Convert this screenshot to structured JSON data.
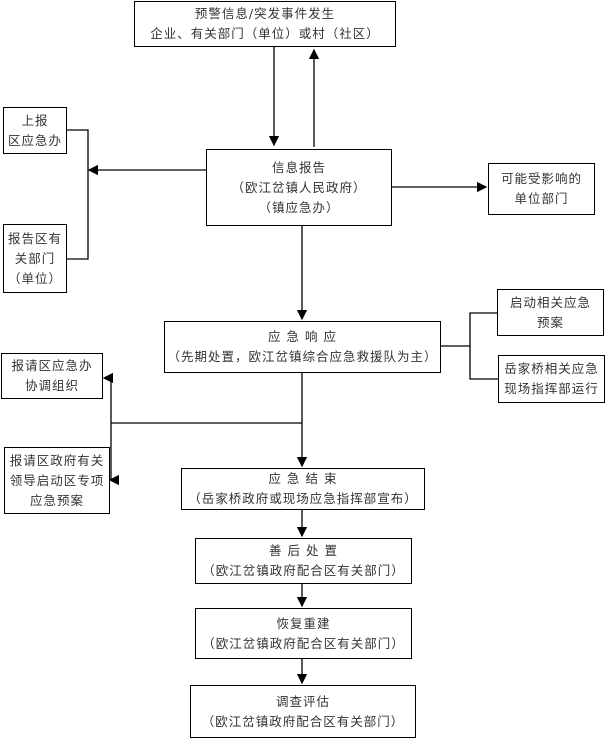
{
  "nodes": {
    "event": [
      "预警信息/突发事件发生",
      "企业、有关部门（单位）或村（社区）"
    ],
    "report_district_office": [
      "上报",
      "区应急办"
    ],
    "report_district_depts": [
      "报告区有",
      "关部门",
      "（单位）"
    ],
    "info_report": [
      "信息报告",
      "（欧江岔镇人民政府）",
      "（镇应急办）"
    ],
    "affected_units": [
      "可能受影响的",
      "单位部门"
    ],
    "response": [
      "应 急 响 应",
      "（先期处置，欧江岔镇综合应急救援队为主）"
    ],
    "start_plan": [
      "启动相关应急",
      "预案"
    ],
    "field_command": [
      "岳家桥相关应急",
      "现场指挥部运行"
    ],
    "request_coord": [
      "报请区应急办",
      "协调组织"
    ],
    "request_leaders": [
      "报请区政府有关",
      "领导启动区专项",
      "应急预案"
    ],
    "end": [
      "应   急   结   束",
      "（岳家桥政府或现场应急指挥部宣布）"
    ],
    "aftermath": [
      "善   后   处   置",
      "（欧江岔镇政府配合区有关部门）"
    ],
    "rebuild": [
      "恢复重建",
      "（欧江岔镇政府配合区有关部门）"
    ],
    "investigate": [
      "调查评估",
      "（欧江岔镇政府配合区有关部门）"
    ]
  }
}
